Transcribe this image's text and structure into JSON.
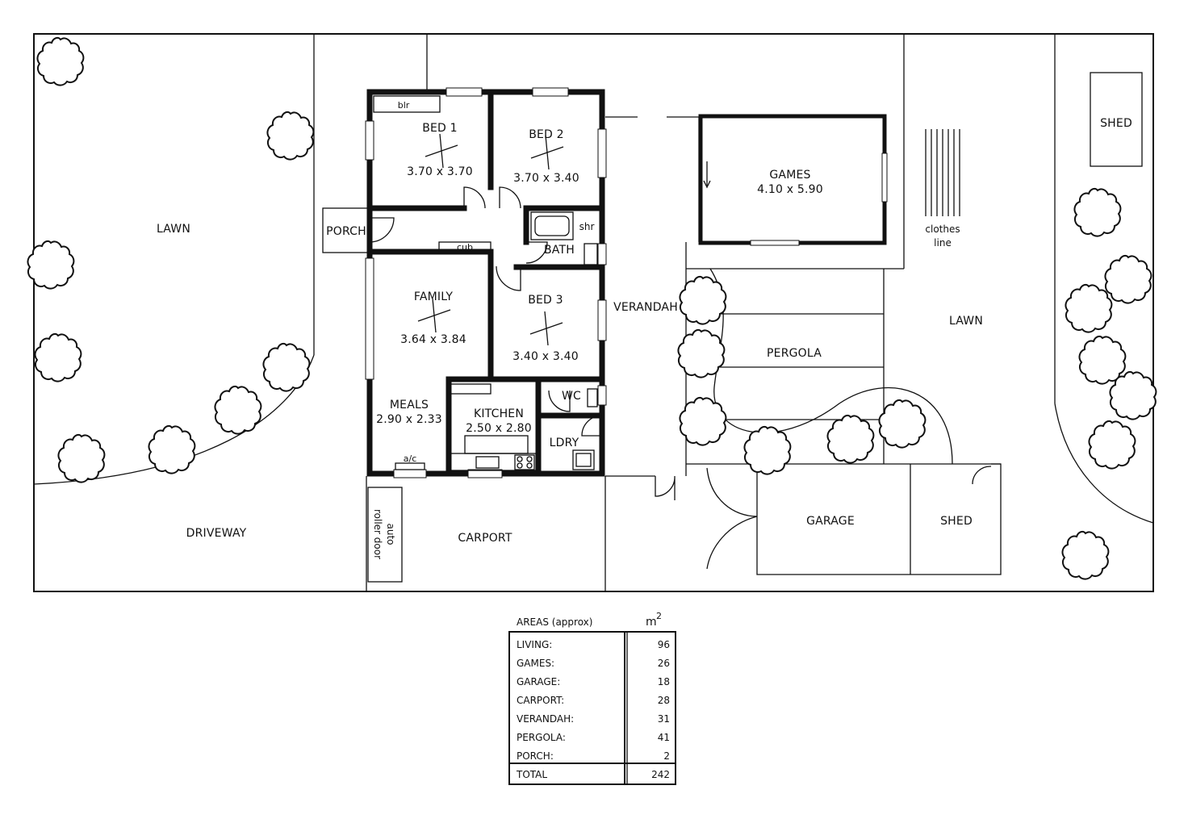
{
  "rooms": {
    "bed1": {
      "name": "BED 1",
      "size": "3.70 x 3.70"
    },
    "bed2": {
      "name": "BED 2",
      "size": "3.70 x 3.40"
    },
    "bed3": {
      "name": "BED 3",
      "size": "3.40 x 3.40"
    },
    "family": {
      "name": "FAMILY",
      "size": "3.64 x 3.84"
    },
    "meals": {
      "name": "MEALS",
      "size": "2.90 x 2.33"
    },
    "kitchen": {
      "name": "KITCHEN",
      "size": "2.50 x 2.80"
    },
    "games": {
      "name": "GAMES",
      "size": "4.10 x 5.90"
    },
    "bath": "BATH",
    "shr": "shr",
    "wc": "WC",
    "ldry": "LDRY",
    "cub": "cub",
    "blr": "blr",
    "ac": "a/c",
    "porch": "PORCH",
    "verandah": "VERANDAH",
    "pergola": "PERGOLA",
    "garage": "GARAGE",
    "shed_bottom": "SHED",
    "shed_top": "SHED",
    "carport": "CARPORT",
    "driveway": "DRIVEWAY",
    "lawn_left": "LAWN",
    "lawn_right": "LAWN",
    "clothes_line": [
      "clothes",
      "line"
    ],
    "roller_door": [
      "auto",
      "roller door"
    ]
  },
  "areas": {
    "title": "AREAS (approx)",
    "unit": "m",
    "unit_sup": "2",
    "rows": [
      {
        "label": "LIVING:",
        "value": "96"
      },
      {
        "label": "GAMES:",
        "value": "26"
      },
      {
        "label": "GARAGE:",
        "value": "18"
      },
      {
        "label": "CARPORT:",
        "value": "28"
      },
      {
        "label": "VERANDAH:",
        "value": "31"
      },
      {
        "label": "PERGOLA:",
        "value": "41"
      },
      {
        "label": "PORCH:",
        "value": "2"
      }
    ],
    "total": {
      "label": "TOTAL",
      "value": "242"
    }
  }
}
